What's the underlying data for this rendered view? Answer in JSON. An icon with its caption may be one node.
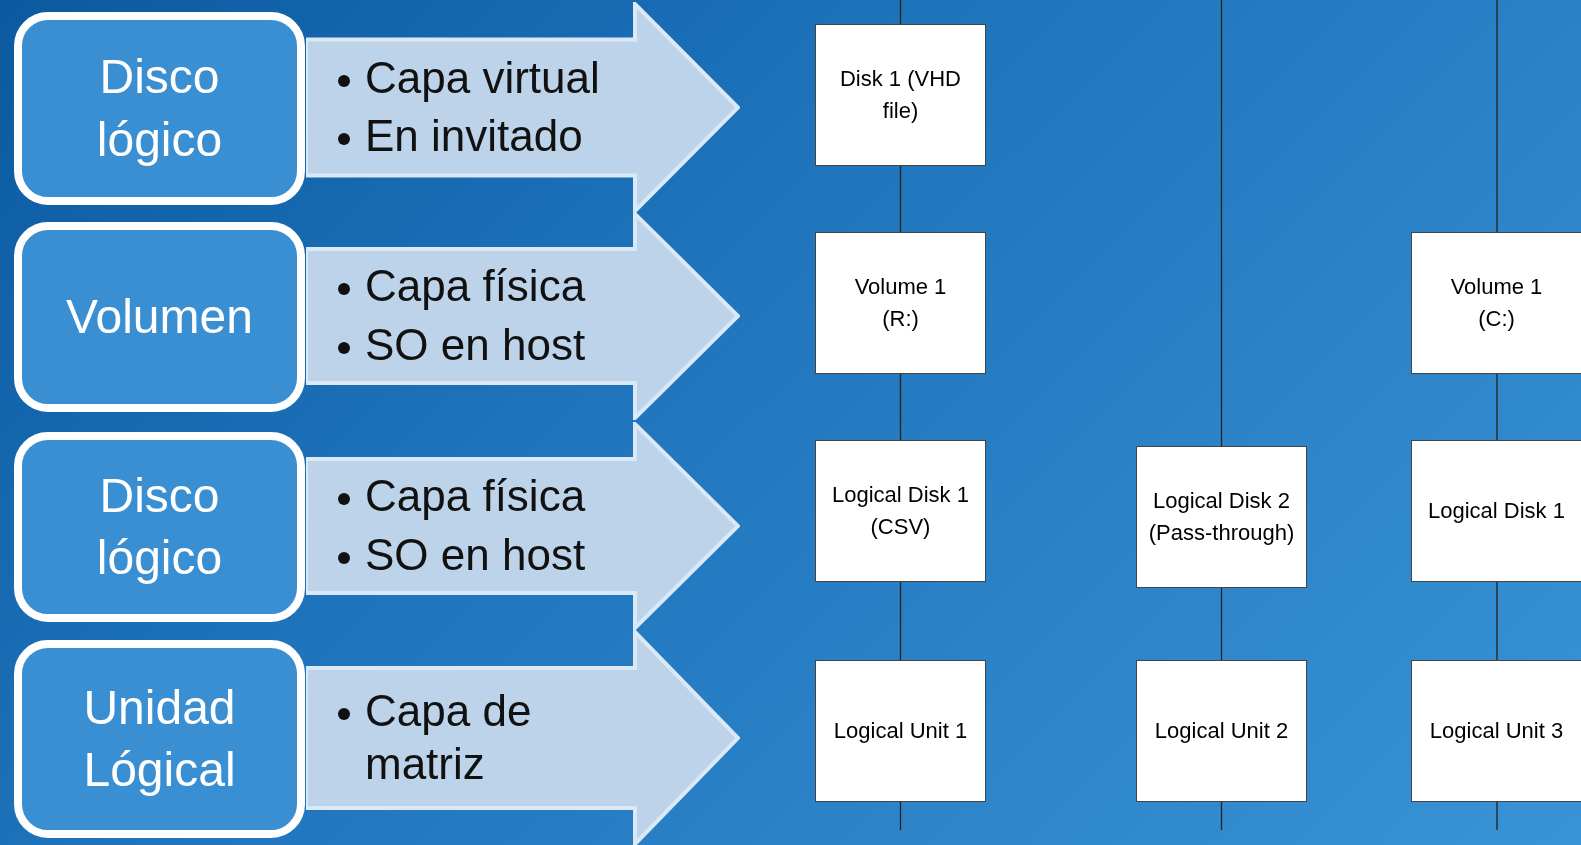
{
  "diagram": {
    "nodes": [
      {
        "text": [
          "Disco lógico"
        ]
      },
      {
        "text": [
          "Capa virtual",
          "En invitado"
        ]
      },
      {
        "text": [
          "Volumen"
        ]
      },
      {
        "text": [
          "Capa física",
          "SO en host"
        ]
      },
      {
        "text": [
          "Disco lógico"
        ]
      },
      {
        "text": [
          "Capa física",
          "SO en host"
        ]
      },
      {
        "text": [
          "Unidad Lógical"
        ]
      },
      {
        "text": [
          "Capa de matriz"
        ]
      },
      {
        "text": [
          "Disk 1 (VHD file)"
        ]
      },
      {
        "text": [
          "Volume 1 (R:)"
        ]
      },
      {
        "text": [
          "Logical Disk 1 (CSV)"
        ]
      },
      {
        "text": [
          "Logical Unit 1"
        ]
      },
      {
        "text": [
          "Logical Disk 2 (Pass-through)"
        ]
      },
      {
        "text": [
          "Logical Unit 2"
        ]
      },
      {
        "text": [
          "Volume 1 (C:)"
        ]
      },
      {
        "text": [
          "Logical Disk 1"
        ]
      },
      {
        "text": [
          "Logical Unit 3"
        ]
      }
    ],
    "edges": [
      {
        "from": null,
        "to": 8,
        "arrow": "none"
      },
      {
        "from": 8,
        "to": 9,
        "arrow": "none"
      },
      {
        "from": 9,
        "to": 10,
        "arrow": "none"
      },
      {
        "from": 10,
        "to": 11,
        "arrow": "none"
      },
      {
        "from": 11,
        "to": null,
        "arrow": "none"
      },
      {
        "from": null,
        "to": 12,
        "arrow": "none"
      },
      {
        "from": 12,
        "to": 13,
        "arrow": "none"
      },
      {
        "from": 13,
        "to": null,
        "arrow": "none"
      },
      {
        "from": null,
        "to": 14,
        "arrow": "none"
      },
      {
        "from": 14,
        "to": 15,
        "arrow": "none"
      },
      {
        "from": 15,
        "to": 16,
        "arrow": "none"
      },
      {
        "from": 16,
        "to": null,
        "arrow": "none"
      }
    ]
  }
}
